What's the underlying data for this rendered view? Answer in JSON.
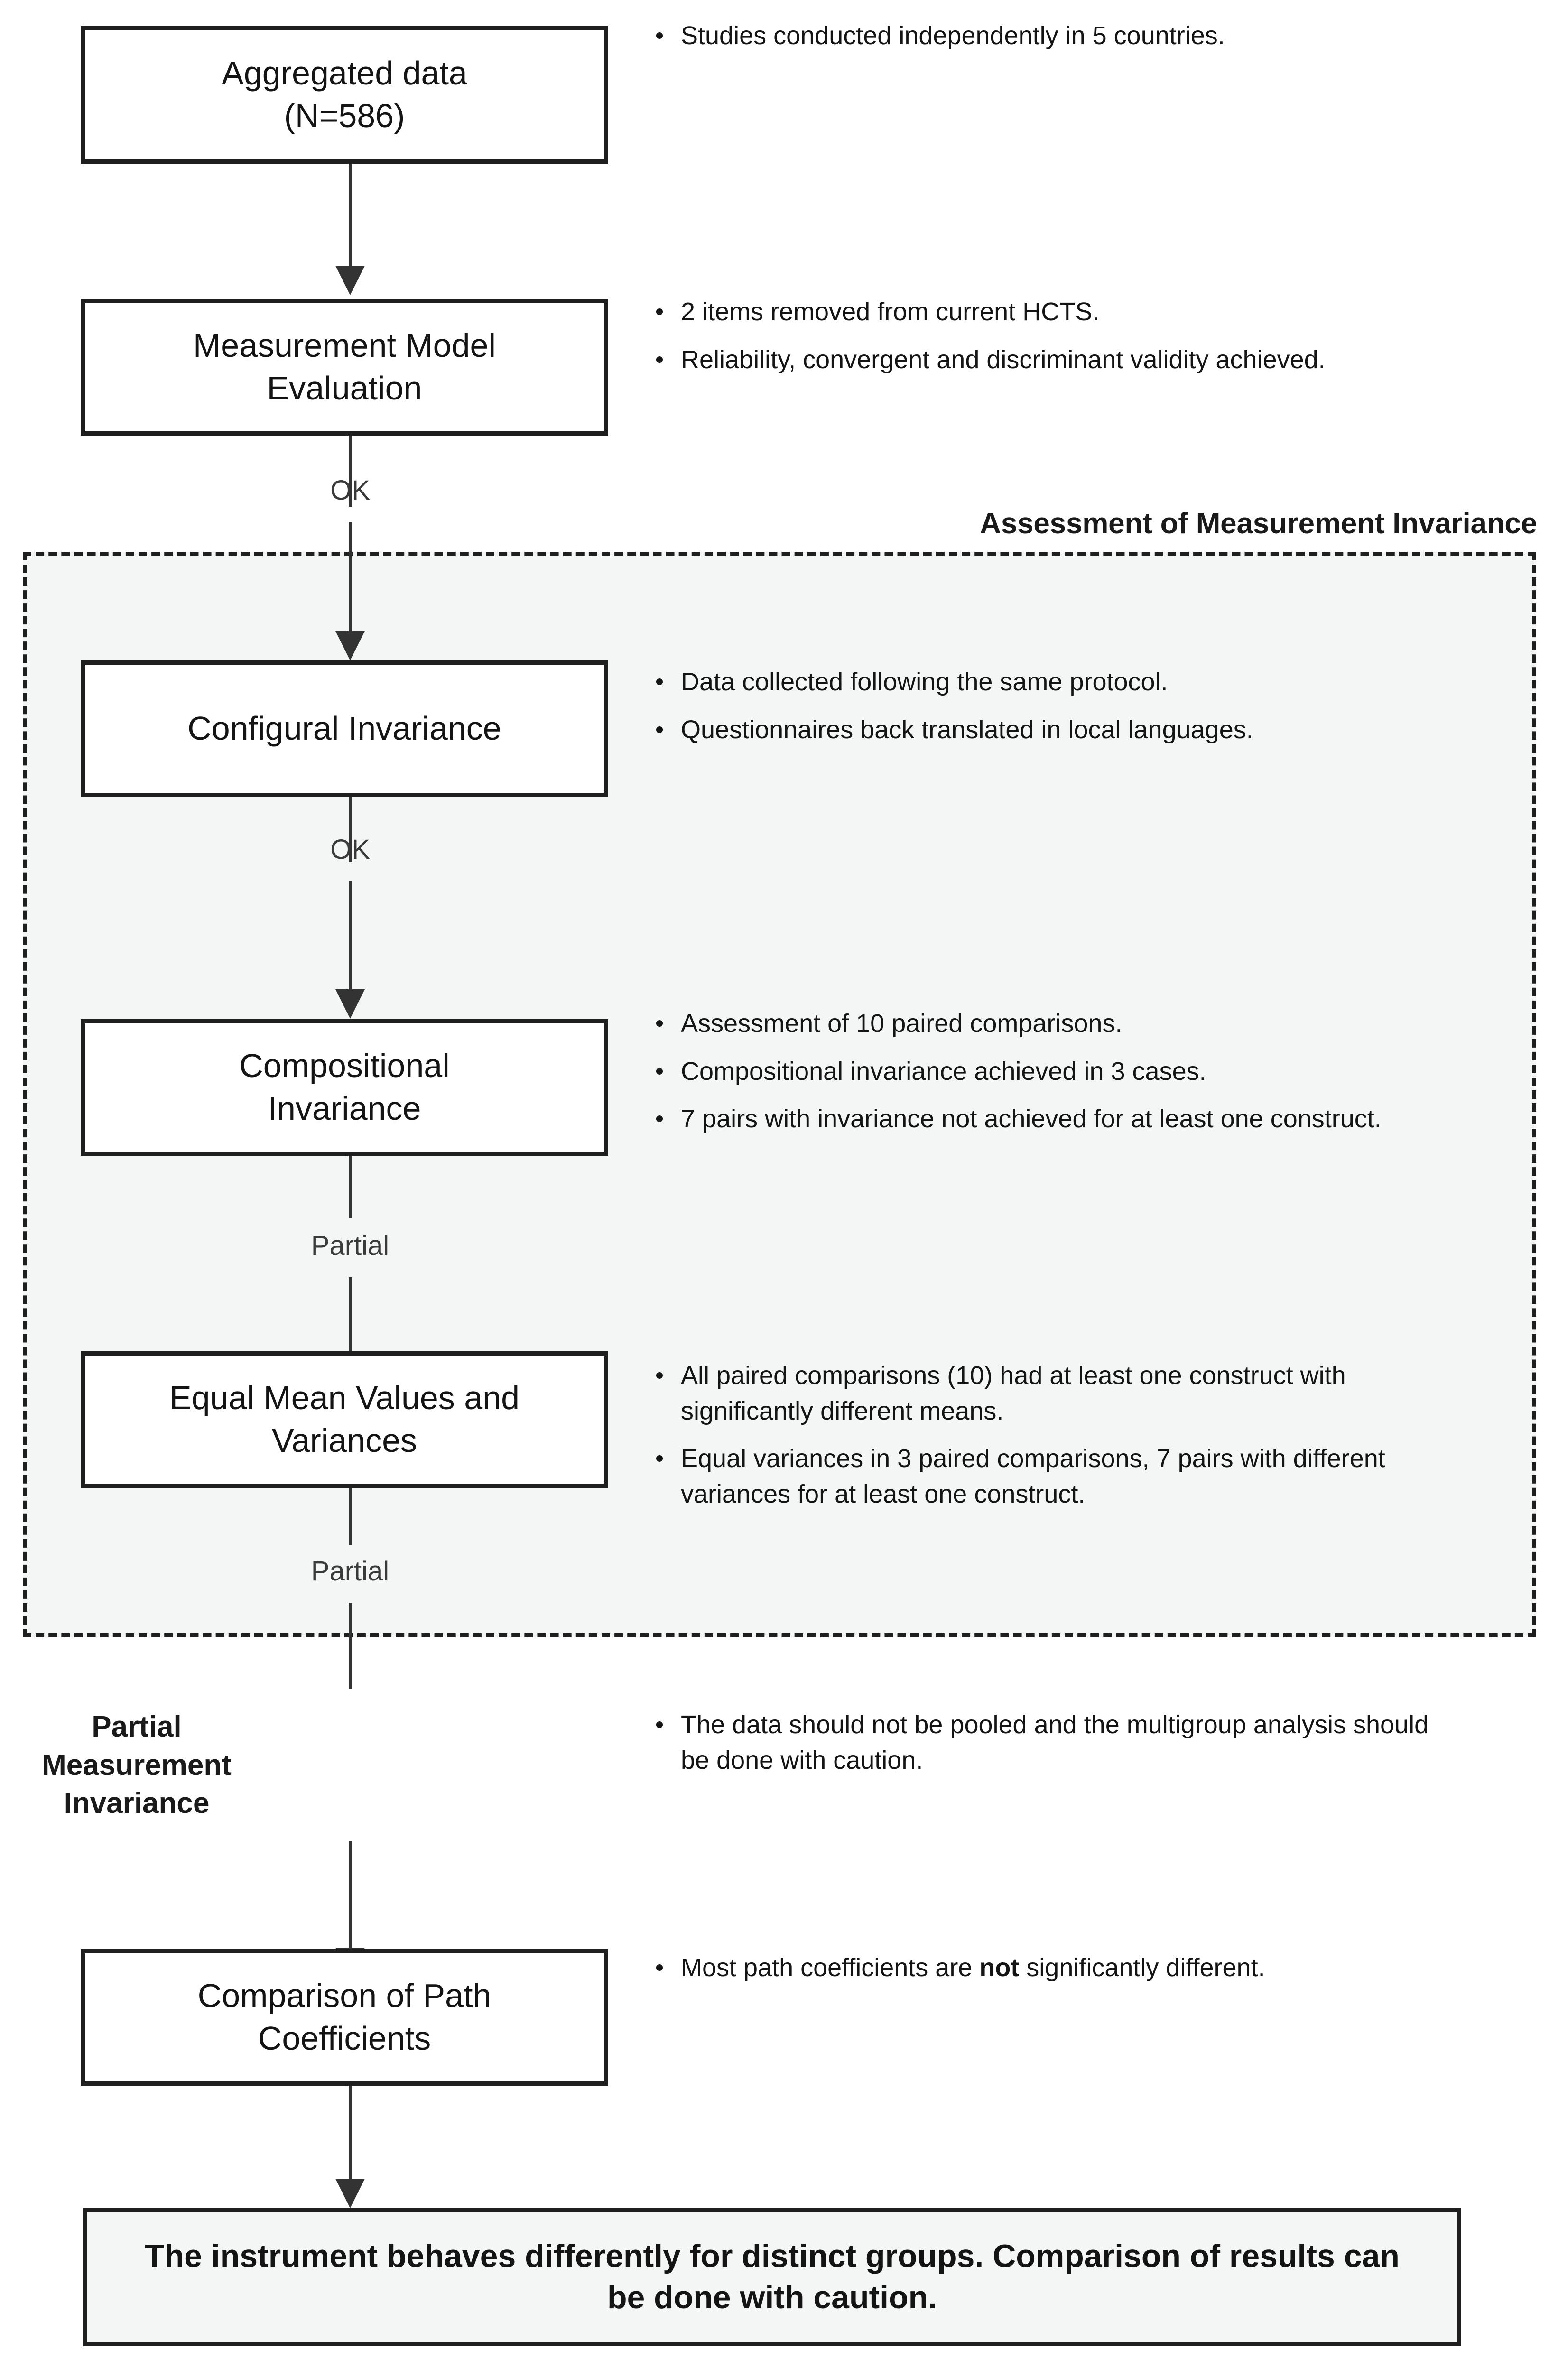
{
  "diagram": {
    "title": "Measurement invariance assessment flowchart",
    "colors": {
      "box_border": "#1f1f1f",
      "box_fill": "#ffffff",
      "region_fill": "#f4f6f5",
      "connector": "#333333",
      "text": "#141414"
    },
    "region": {
      "label": "Assessment of Measurement Invariance"
    },
    "nodes": [
      {
        "id": "aggregated-data",
        "text": "Aggregated data\n(N=586)"
      },
      {
        "id": "measurement-model",
        "text": "Measurement Model\nEvaluation"
      },
      {
        "id": "configural",
        "text": "Configural Invariance"
      },
      {
        "id": "compositional",
        "text": "Compositional\nInvariance"
      },
      {
        "id": "equal-mean-variances",
        "text": "Equal Mean Values and\nVariances"
      },
      {
        "id": "path-coefficients",
        "text": "Comparison of Path\nCoefficients"
      },
      {
        "id": "conclusion",
        "text": "The instrument behaves differently for distinct groups. Comparison of results  can be done with caution."
      }
    ],
    "edge_labels": {
      "ok_1": "OK",
      "ok_2": "OK",
      "partial_1": "Partial",
      "partial_2": "Partial",
      "partial_measurement_invariance": "Partial\nMeasurement\nInvariance"
    },
    "notes": {
      "aggregated_data": [
        "Studies conducted independently in 5 countries."
      ],
      "measurement_model": [
        "2 items removed from current HCTS.",
        "Reliability, convergent and discriminant validity achieved."
      ],
      "configural": [
        "Data collected following the same protocol.",
        "Questionnaires back translated in local languages."
      ],
      "compositional": [
        "Assessment of 10 paired comparisons.",
        "Compositional invariance achieved in 3 cases.",
        "7 pairs with invariance not achieved for at least one construct."
      ],
      "equal_mean_variances": [
        "All paired comparisons (10) had at least one construct with significantly different means.",
        "Equal variances in 3 paired comparisons, 7 pairs with different variances for at least one construct."
      ],
      "partial_measurement_invariance": [
        "The data should not be pooled and the multigroup analysis should be done with caution."
      ],
      "path_coefficients_prefix": "Most path coefficients are ",
      "path_coefficients_bold": "not",
      "path_coefficients_suffix": " significantly different."
    }
  }
}
